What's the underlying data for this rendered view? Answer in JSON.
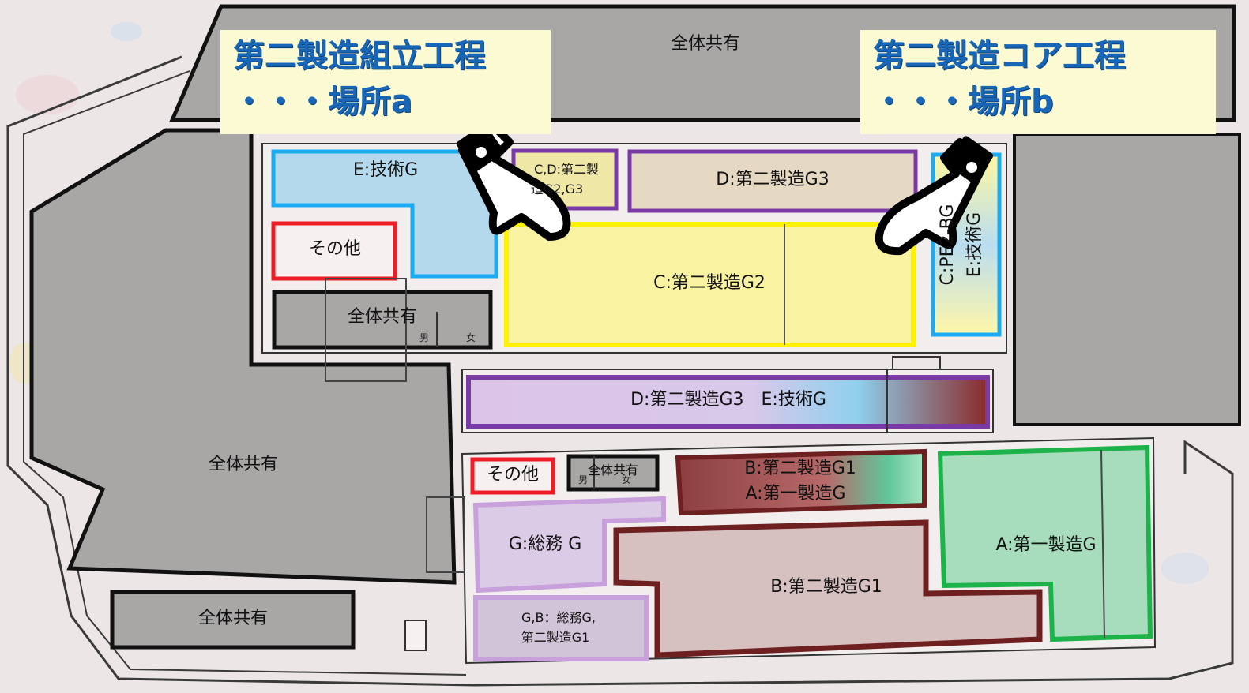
{
  "callouts": {
    "a": {
      "line1": "第二製造組立工程",
      "line2": "・・・場所a"
    },
    "b": {
      "line1": "第二製造コア工程",
      "line2": "・・・場所b"
    }
  },
  "zones": {
    "common_top": "全体共有",
    "common_left": "全体共有",
    "common_bottom_left": "全体共有",
    "common_restroom_1": "全体共有",
    "common_restroom_2": "全体共有",
    "tech_e": "E:技術G",
    "cd_small": {
      "line1": "C,D:第二製",
      "line2": "造G2,G3"
    },
    "d_g3_top": "D:第二製造G3",
    "c_g2": "C:第二製造G2",
    "ce_vertical": {
      "line1": "C:PE2-BG",
      "line2": "E:技術G"
    },
    "other_1": "その他",
    "other_2": "その他",
    "d_e_band": "D:第二製造G3　E:技術G",
    "b_a_small": {
      "line1": "B:第二製造G1",
      "line2": "A:第一製造G"
    },
    "g_soumu": "G:総務 G",
    "gb_small": {
      "line1": "G,B：総務G,",
      "line2": "第二製造G1"
    },
    "b_g1": "B:第二製造G1",
    "a_g1": "A:第一製造G",
    "wc_male": "男",
    "wc_female": "女"
  },
  "colors": {
    "common": "#a9a6a6",
    "tech_blue": "#1eaaf0",
    "purple": "#7a3aa6",
    "yellow": "#fff200",
    "red": "#ee1c24",
    "brown": "#6e1f1f",
    "green": "#1db34a",
    "lavender": "#c8a0dc",
    "callout_text": "#1766b8"
  },
  "icons": [
    "pointing-hand-icon"
  ]
}
